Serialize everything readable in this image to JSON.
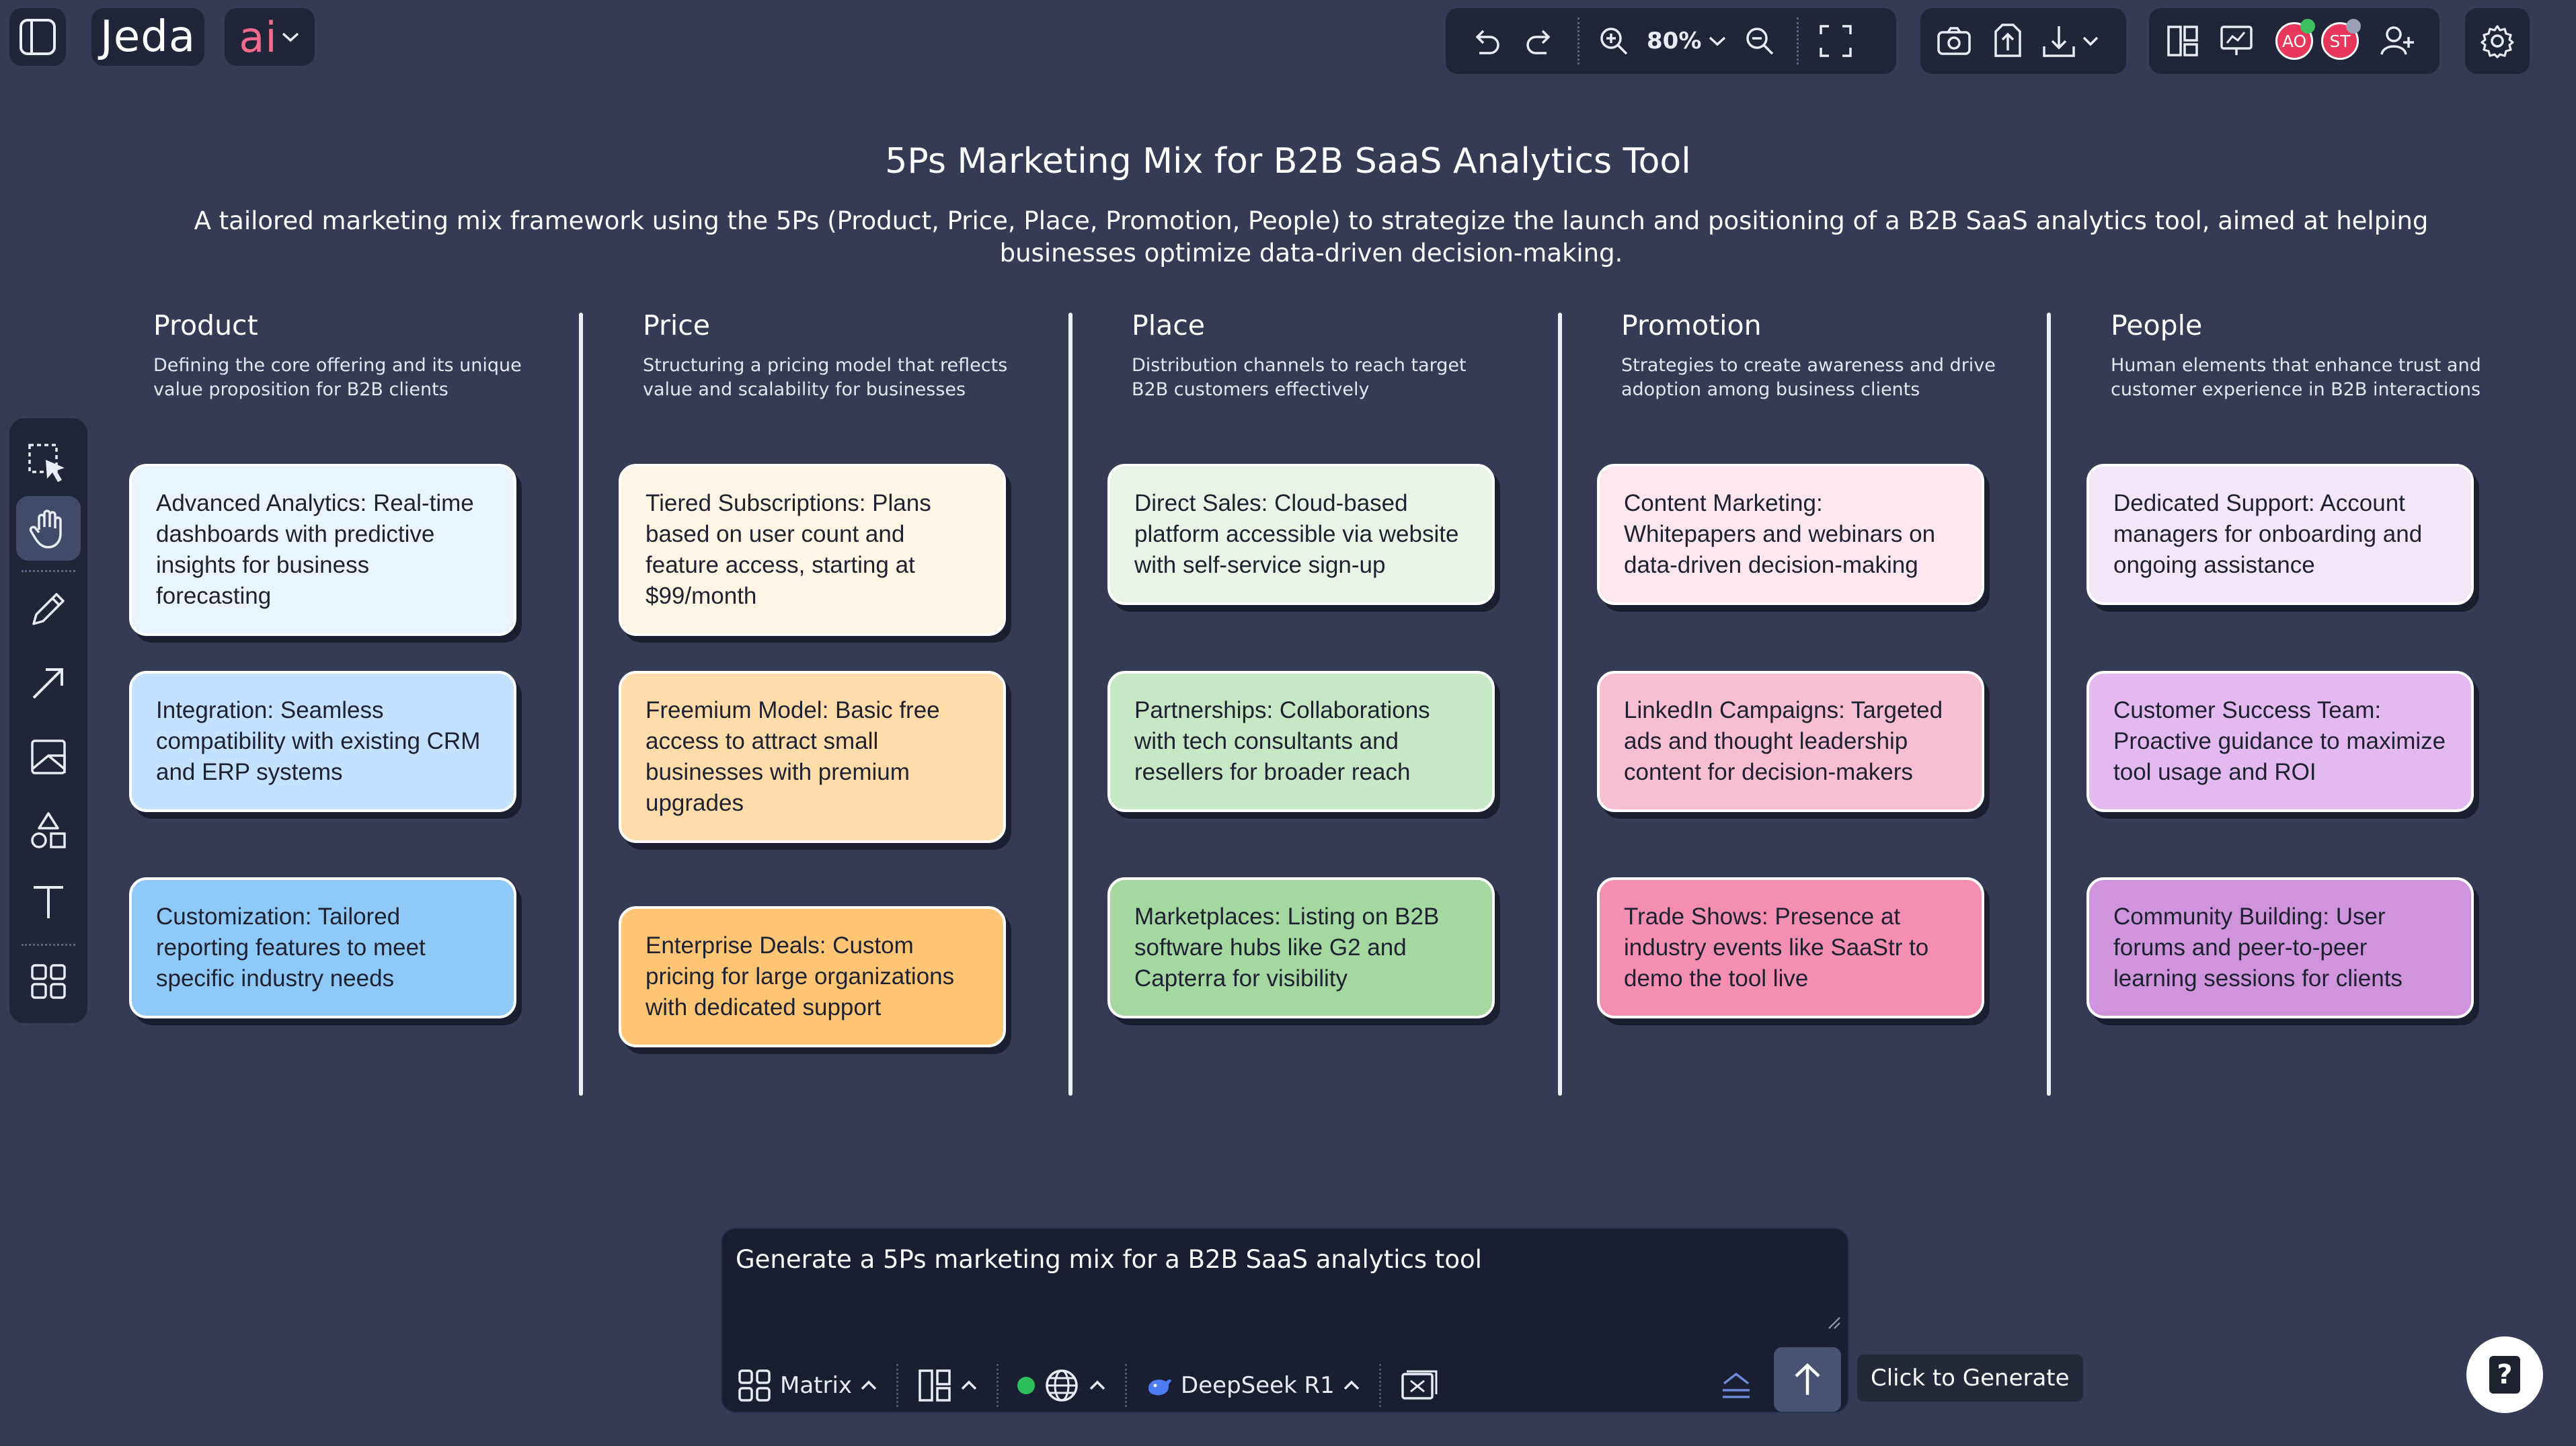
{
  "app": {
    "brand": "Jeda",
    "brand_ai": "ai",
    "zoom": "80%"
  },
  "avatars": [
    {
      "initials": "AO",
      "color": "#e8375a",
      "status": "#3ec15f"
    },
    {
      "initials": "ST",
      "color": "#e8375a",
      "status": "#9aa0b5"
    }
  ],
  "page": {
    "title": "5Ps Marketing Mix for B2B SaaS Analytics Tool",
    "subtitle": "A tailored marketing mix framework using the 5Ps (Product, Price, Place, Promotion, People) to strategize the launch and positioning of a B2B SaaS analytics tool, aimed at helping businesses optimize data-driven decision-making."
  },
  "columns": [
    {
      "title": "Product",
      "description": "Defining the core offering and its unique value proposition for B2B clients",
      "cards": [
        {
          "text": "Advanced Analytics: Real-time dashboards with predictive insights for business forecasting",
          "color": "#eaf4ff"
        },
        {
          "text": "Integration: Seamless compatibility with existing CRM and ERP systems",
          "color": "#c4e1ff"
        },
        {
          "text": "Customization: Tailored reporting features to meet specific industry needs",
          "color": "#8fc9f7"
        }
      ]
    },
    {
      "title": "Price",
      "description": "Structuring a pricing model that reflects value and scalability for businesses",
      "cards": [
        {
          "text": "Tiered Subscriptions: Plans based on user count and feature access, starting at $99/month",
          "color": "#fff5e4"
        },
        {
          "text": "Freemium Model: Basic free access to attract small businesses with premium upgrades",
          "color": "#ffdcaa"
        },
        {
          "text": "Enterprise Deals: Custom pricing for large organizations with dedicated support",
          "color": "#fec574"
        }
      ]
    },
    {
      "title": "Place",
      "description": "Distribution channels to reach target B2B customers effectively",
      "cards": [
        {
          "text": "Direct Sales: Cloud-based platform accessible via website with self-service sign-up",
          "color": "#e8f5e6"
        },
        {
          "text": "Partnerships: Collaborations with tech consultants and resellers for broader reach",
          "color": "#c7e8c4"
        },
        {
          "text": "Marketplaces: Listing on B2B software hubs like G2 and Capterra for visibility",
          "color": "#a5d8a0"
        }
      ]
    },
    {
      "title": "Promotion",
      "description": "Strategies to create awareness and drive adoption among business clients",
      "cards": [
        {
          "text": "Content Marketing: Whitepapers and webinars on data-driven decision-making",
          "color": "#fde6ee"
        },
        {
          "text": "LinkedIn Campaigns: Targeted ads and thought leadership content for decision-makers",
          "color": "#f8bed2"
        },
        {
          "text": "Trade Shows: Presence at industry events like SaaStr to demo the tool live",
          "color": "#f48fb1"
        }
      ]
    },
    {
      "title": "People",
      "description": "Human elements that enhance trust and customer experience in B2B interactions",
      "cards": [
        {
          "text": "Dedicated Support: Account managers for onboarding and ongoing assistance",
          "color": "#f3e6f7"
        },
        {
          "text": "Customer Success Team: Proactive guidance to maximize tool usage and ROI",
          "color": "#e4b9ef"
        },
        {
          "text": "Community Building: User forums and peer-to-peer learning sessions for clients",
          "color": "#cf94dc"
        }
      ]
    }
  ],
  "prompt": {
    "text": "Generate a 5Ps marketing mix for a B2B SaaS analytics tool",
    "layout_label": "Matrix",
    "model_label": "DeepSeek R1",
    "status_color": "#2dbd5a",
    "tooltip": "Click to Generate"
  },
  "help": {
    "label": "?"
  }
}
